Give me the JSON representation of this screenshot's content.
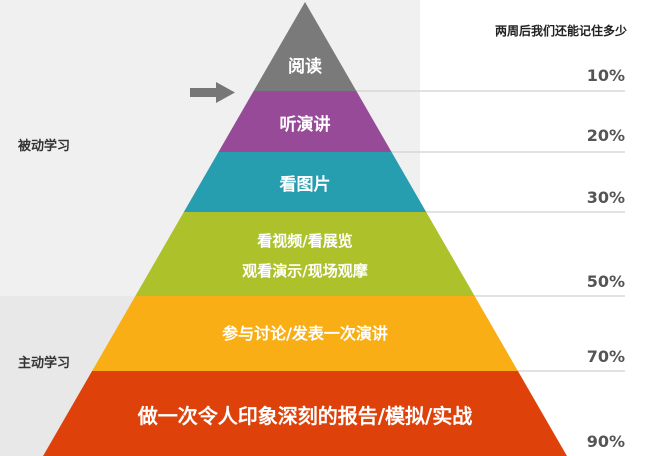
{
  "header": {
    "title": "两周后我们还能记住多少"
  },
  "sides": {
    "passive": "被动学习",
    "active": "主动学习"
  },
  "layers": [
    {
      "label": "阅读",
      "retention": "10%",
      "color": "#7a7a7a"
    },
    {
      "label": "听演讲",
      "retention": "20%",
      "color": "#974a97"
    },
    {
      "label": "看图片",
      "retention": "30%",
      "color": "#279db0"
    },
    {
      "label": "看视频/看展览",
      "label2": "观看演示/现场观摩",
      "retention": "50%",
      "color": "#adc12a"
    },
    {
      "label": "参与讨论/发表一次演讲",
      "retention": "70%",
      "color": "#f8ae14"
    },
    {
      "label": "做一次令人印象深刻的报告/模拟/实战",
      "retention": "90%",
      "color": "#de420a"
    }
  ],
  "icons": {
    "arrow": "arrow-right-icon"
  }
}
